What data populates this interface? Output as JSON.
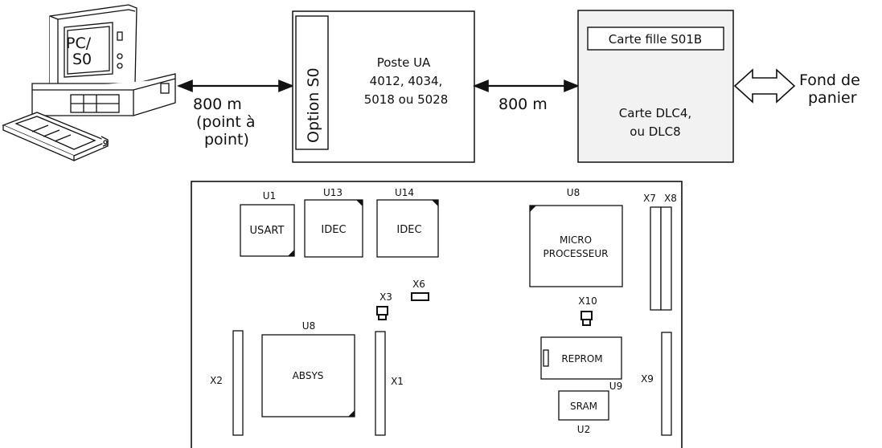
{
  "top": {
    "pc_label_1": "PC/",
    "pc_label_2": "S0",
    "link1": {
      "distance": "800 m",
      "note_1": "(point à",
      "note_2": "point)"
    },
    "poste": {
      "option": "Option S0",
      "line1": "Poste UA",
      "line2": "4012, 4034,",
      "line3": "5018 ou 5028"
    },
    "link2": {
      "distance": "800 m"
    },
    "card": {
      "daughter": "Carte fille S01B",
      "line1": "Carte DLC4,",
      "line2": "ou DLC8"
    },
    "backplane": {
      "line1": "Fond de",
      "line2": "panier"
    }
  },
  "board": {
    "U1": {
      "ref": "U1",
      "name": "USART"
    },
    "U13": {
      "ref": "U13",
      "name": "IDEC"
    },
    "U14": {
      "ref": "U14",
      "name": "IDEC"
    },
    "U8top": {
      "ref": "U8",
      "name1": "MICRO",
      "name2": "PROCESSEUR"
    },
    "U8bot": {
      "ref": "U8",
      "name": "ABSYS"
    },
    "REPROM": {
      "name": "REPROM",
      "ref": "U9"
    },
    "SRAM": {
      "name": "SRAM",
      "ref": "U2"
    },
    "connectors": {
      "X1": "X1",
      "X2": "X2",
      "X3": "X3",
      "X6": "X6",
      "X7": "X7",
      "X8": "X8",
      "X9": "X9",
      "X10": "X10"
    }
  }
}
